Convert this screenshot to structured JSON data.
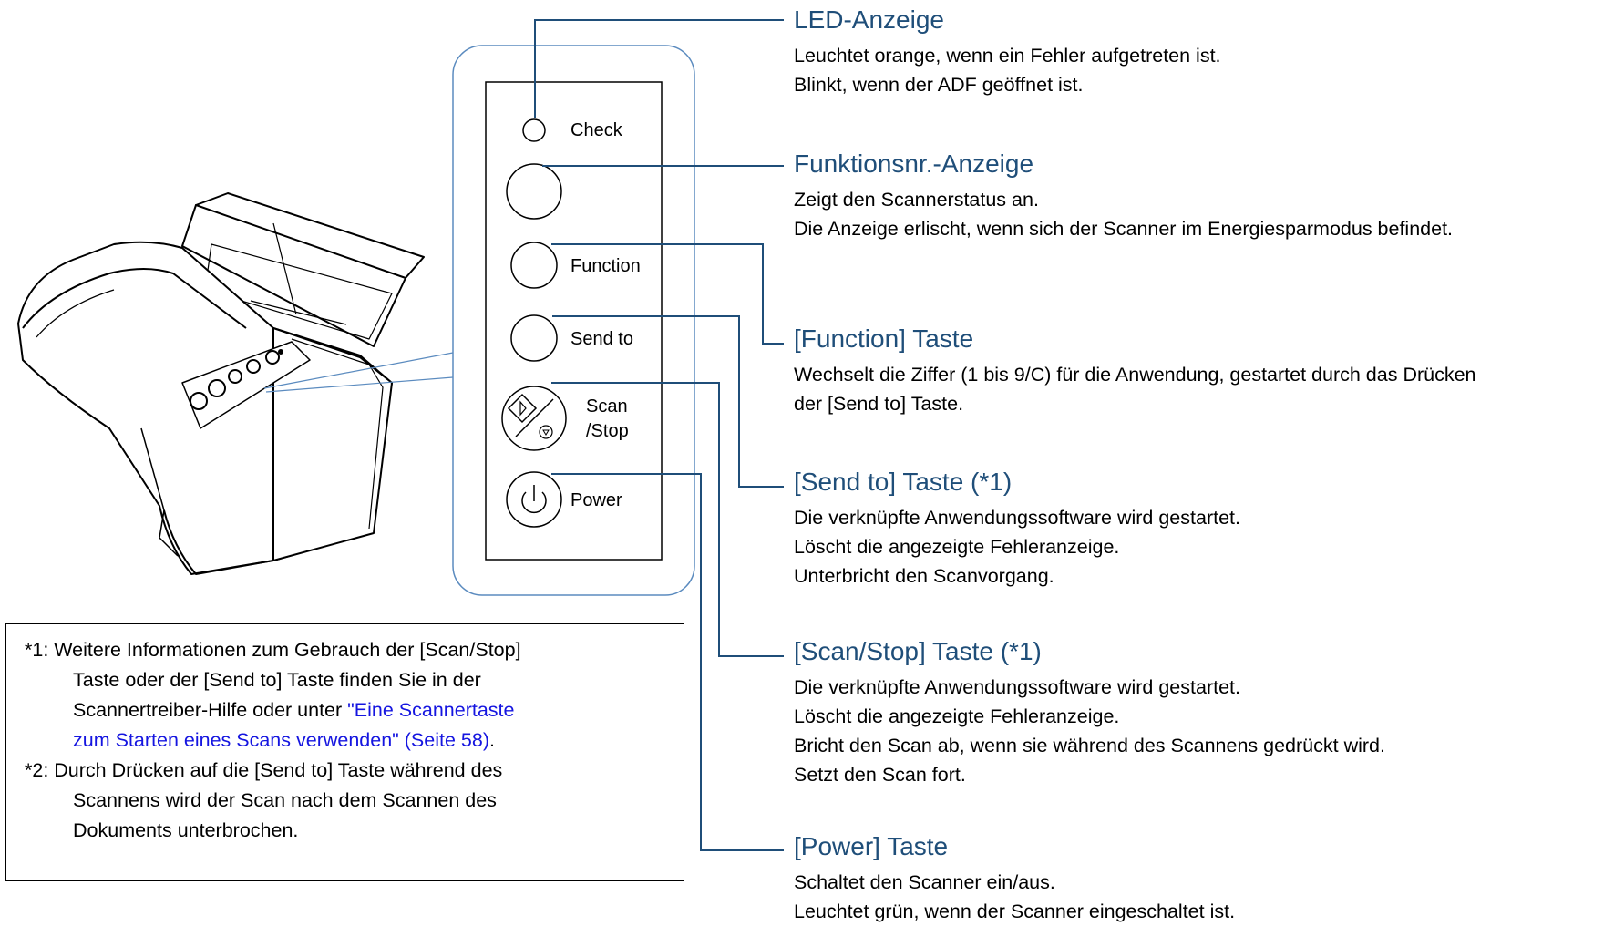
{
  "panel": {
    "check_label": "Check",
    "function_label": "Function",
    "send_to_label": "Send to",
    "scan_label_line1": "Scan",
    "scan_label_line2": "/Stop",
    "power_label": "Power"
  },
  "callouts": [
    {
      "title": "LED-Anzeige",
      "lines": [
        "Leuchtet orange, wenn ein Fehler aufgetreten ist.",
        "Blinkt, wenn der ADF geöffnet ist."
      ]
    },
    {
      "title": "Funktionsnr.-Anzeige",
      "lines": [
        "Zeigt den Scannerstatus an.",
        "Die Anzeige erlischt, wenn sich der Scanner im Energiesparmodus befindet."
      ]
    },
    {
      "title": "[Function] Taste",
      "lines": [
        "Wechselt die Ziffer (1 bis 9/C) für die Anwendung, gestartet durch das Drücken",
        "der [Send to] Taste."
      ]
    },
    {
      "title": "[Send to] Taste (*1)",
      "lines": [
        "Die verknüpfte Anwendungssoftware wird gestartet.",
        "Löscht die angezeigte Fehleranzeige.",
        "Unterbricht den Scanvorgang."
      ]
    },
    {
      "title": "[Scan/Stop] Taste (*1)",
      "lines": [
        "Die verknüpfte Anwendungssoftware wird gestartet.",
        "Löscht die angezeigte Fehleranzeige.",
        "Bricht den Scan ab, wenn sie während des Scannens gedrückt wird.",
        "Setzt den Scan fort."
      ]
    },
    {
      "title": "[Power] Taste",
      "lines": [
        "Schaltet den Scanner ein/aus.",
        "Leuchtet grün, wenn der Scanner eingeschaltet ist."
      ]
    }
  ],
  "notes": {
    "note1_prefix": "*1: Weitere Informationen zum Gebrauch der [Scan/Stop]",
    "note1_line2": "Taste oder der [Send to] Taste finden Sie in der",
    "note1_line3_text": "Scannertreiber-Hilfe oder unter ",
    "note1_link_line1": "\"Eine Scannertaste",
    "note1_link_line2": "zum Starten eines Scans verwenden\" (Seite 58)",
    "note1_link_suffix": ".",
    "note2_line1": "*2: Durch Drücken auf die [Send to] Taste während des",
    "note2_line2": "Scannens wird der Scan nach dem Scannen des",
    "note2_line3": "Dokuments unterbrochen."
  },
  "colors": {
    "callout_title": "#1f4e79",
    "leader_line": "#1f4e79",
    "panel_outline": "#5b8bbf",
    "link": "#1515e0"
  },
  "icons": [
    "scanner-illustration",
    "led-indicator-icon",
    "scan-stop-icon",
    "power-icon"
  ]
}
